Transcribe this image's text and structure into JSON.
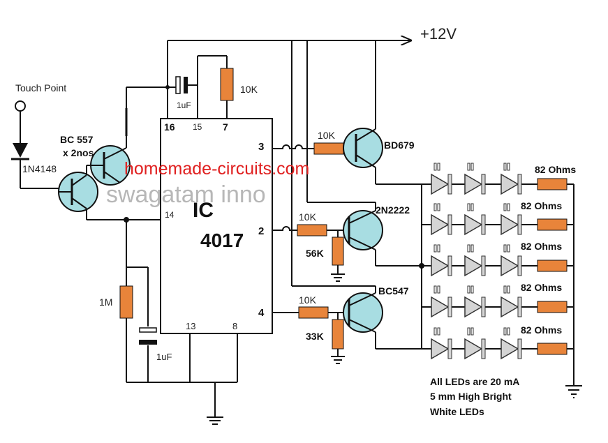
{
  "supply_label": "+12V",
  "touch_label": "Touch Point",
  "diode_label": "1N4148",
  "pnp_label_line1": "BC 557",
  "pnp_label_line2": "x 2nos",
  "watermark_main": "homemade-circuits.com",
  "watermark_faint": "swagatam inno",
  "ic_name": "IC",
  "ic_number": "4017",
  "pins": {
    "p16": "16",
    "p15": "15",
    "p7": "7",
    "p14": "14",
    "p13": "13",
    "p8": "8",
    "p3": "3",
    "p2": "2",
    "p4": "4"
  },
  "cap_top_label": "1uF",
  "res_top_label": "10K",
  "res_1m_label": "1M",
  "cap_bottom_label": "1uF",
  "res_b1_label": "10K",
  "res_b2_label": "10K",
  "res_b3_label": "10K",
  "res_56k_label": "56K",
  "res_33k_label": "33K",
  "q1_label": "BD679",
  "q2_label": "2N2222",
  "q3_label": "BC547",
  "led_res_labels": [
    "82 Ohms",
    "82 Ohms",
    "82 Ohms",
    "82 Ohms",
    "82 Ohms"
  ],
  "note_line1": "All LEDs are 20 mA",
  "note_line2": "5 mm High Bright",
  "note_line3": "White LEDs",
  "colors": {
    "resistor": "#e8843a",
    "transistor": "#a8dde2",
    "led": "#d4d4d4",
    "watermark": "#e02020"
  }
}
